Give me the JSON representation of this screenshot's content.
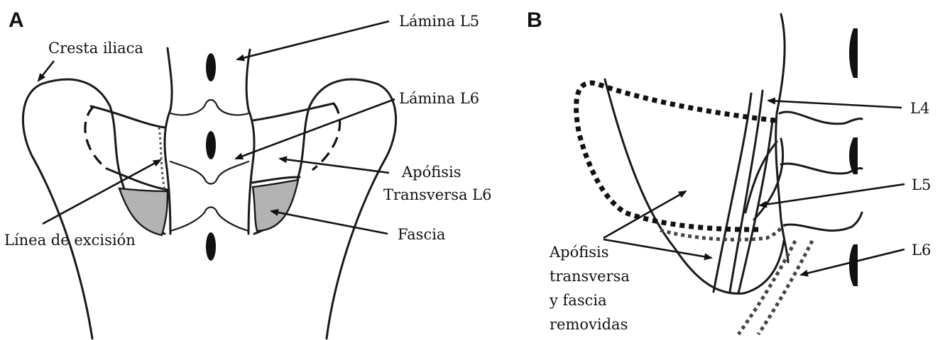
{
  "panels": {
    "a": {
      "letter": "A"
    },
    "b": {
      "letter": "B"
    }
  },
  "labels": {
    "lamina_l5": "Lámina L5",
    "lamina_l6": "Lámina L6",
    "cresta_iliaca": "Cresta iliaca",
    "apofisis_line1": "Apófisis",
    "apofisis_line2": "Transversa L6",
    "fascia": "Fascia",
    "linea_excision": "Línea de excisión",
    "l4": "L4",
    "l5": "L5",
    "l6": "L6",
    "removed_line1": "Apófisis",
    "removed_line2": "transversa",
    "removed_line3": "y fascia",
    "removed_line4": "removidas"
  },
  "colors": {
    "stroke": "#1a1a1a",
    "fascia_fill": "#b3b3b3",
    "background": "#ffffff"
  }
}
